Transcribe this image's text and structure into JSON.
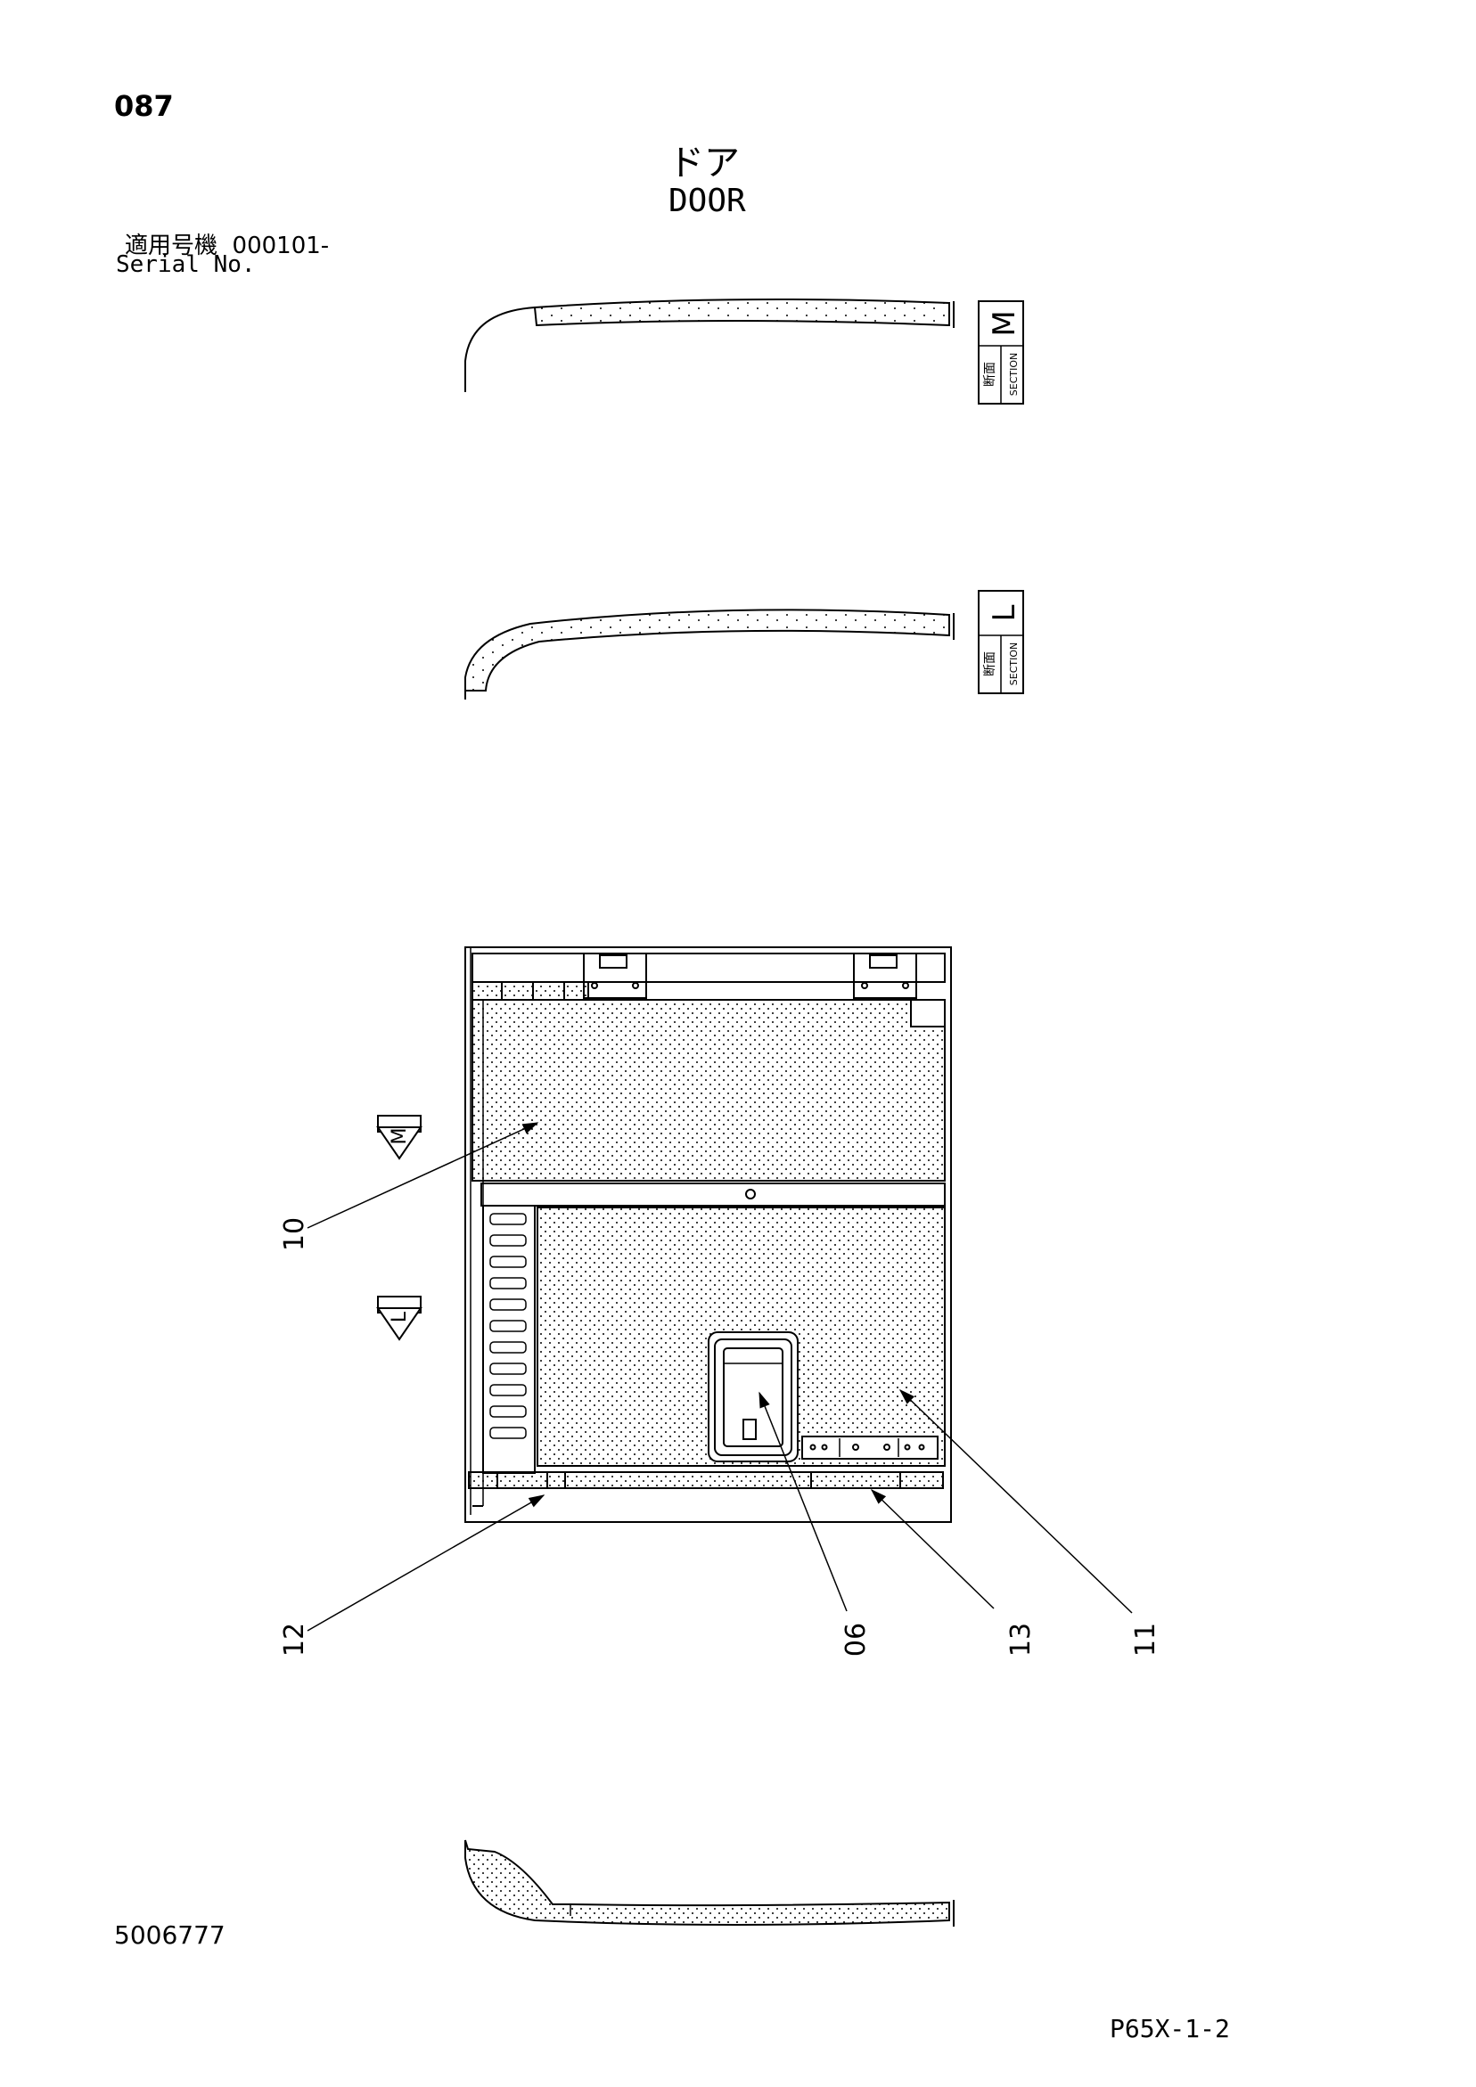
{
  "header": {
    "page_number": "087",
    "title_jp": "ドア",
    "title_en": "DOOR",
    "serial_label_jp": "適用号機",
    "serial_value": "000101-",
    "serial_label_en": "Serial No."
  },
  "sections": [
    {
      "letter": "M",
      "label_jp": "断面",
      "label_en": "SECTION"
    },
    {
      "letter": "L",
      "label_jp": "断面",
      "label_en": "SECTION"
    }
  ],
  "view_markers": [
    "M",
    "L"
  ],
  "callouts": [
    "10",
    "12",
    "06",
    "13",
    "11"
  ],
  "footer": {
    "doc_id": "5006777",
    "sheet_ref": "P65X-1-2"
  }
}
